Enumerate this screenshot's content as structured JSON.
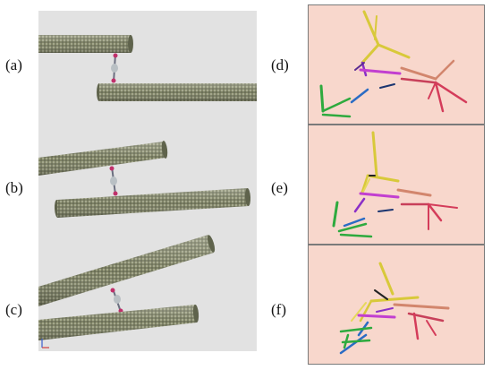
{
  "labels": {
    "a": "(a)",
    "b": "(b)",
    "c": "(c)",
    "d": "(d)",
    "e": "(e)",
    "f": "(f)"
  },
  "colors": {
    "left_background": "#e2e2e2",
    "right_background": "#f8d7cc",
    "nanotube": "#8a8f6a",
    "linker": "#1a9a8a"
  },
  "icons": [
    "axis-triad-icon"
  ]
}
